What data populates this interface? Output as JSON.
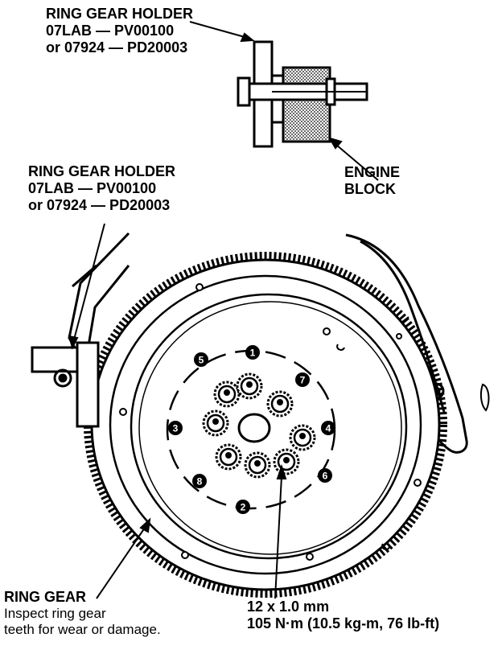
{
  "callouts": {
    "holder_top": {
      "title": "RING GEAR HOLDER",
      "line1": "07LAB — PV00100",
      "line2": "or 07924 — PD20003"
    },
    "holder_left": {
      "title": "RING GEAR HOLDER",
      "line1": "07LAB — PV00100",
      "line2": "or 07924 — PD20003"
    },
    "engine_block": {
      "line1": "ENGINE",
      "line2": "BLOCK"
    },
    "ring_gear": {
      "title": "RING GEAR",
      "line1": "Inspect ring gear",
      "line2": "teeth for wear or damage."
    },
    "bolt_spec": {
      "size": "12 x 1.0 mm",
      "torque": "105 N·m (10.5 kg-m, 76 lb-ft)"
    }
  },
  "bolt_sequence": [
    "1",
    "2",
    "3",
    "4",
    "5",
    "6",
    "7",
    "8"
  ]
}
